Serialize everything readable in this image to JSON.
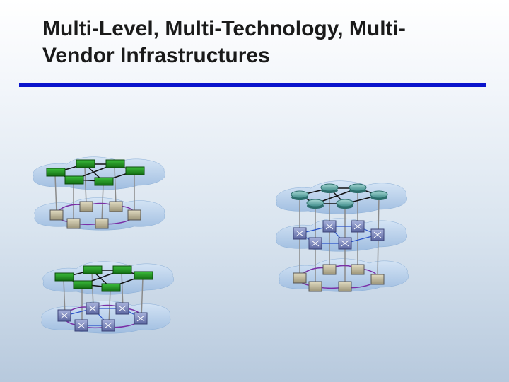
{
  "slide": {
    "title": "Multi-Level, Multi-Technology, Multi-Vendor Infrastructures"
  },
  "colors": {
    "rule": "#0a14cc",
    "cloud": "#b6cfea",
    "router_module": "#1f8f1f",
    "switch": "#7a86b8",
    "ring": "#7a2fa6",
    "link_blue": "#2a52c9",
    "link_black": "#111111"
  },
  "diagram": {
    "stacks": [
      {
        "name": "stack-top-left",
        "layers": [
          "router-module",
          "server"
        ]
      },
      {
        "name": "stack-bottom-left",
        "layers": [
          "router-module",
          "switch"
        ]
      },
      {
        "name": "stack-right",
        "layers": [
          "router",
          "switch",
          "server"
        ]
      }
    ]
  }
}
